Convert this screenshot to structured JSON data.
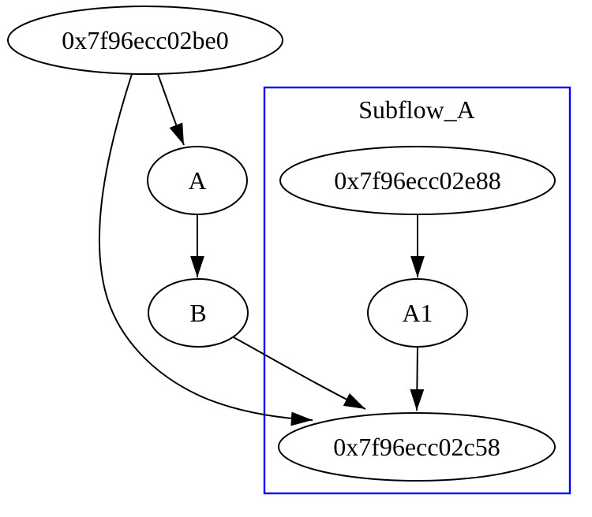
{
  "diagram": {
    "type": "directed-flow-graph",
    "background_color": "#ffffff",
    "colors": {
      "node_border": "#000000",
      "edge": "#000000",
      "text": "#000000",
      "cluster_border": "#0000ff"
    },
    "cluster": {
      "label": "Subflow_A",
      "border_color": "#0000ff",
      "members": [
        "0x7f96ecc02e88",
        "A1",
        "0x7f96ecc02c58"
      ]
    },
    "nodes": [
      {
        "label": "0x7f96ecc02be0",
        "shape": "ellipse"
      },
      {
        "label": "A",
        "shape": "ellipse"
      },
      {
        "label": "B",
        "shape": "ellipse"
      },
      {
        "label": "0x7f96ecc02e88",
        "shape": "ellipse"
      },
      {
        "label": "A1",
        "shape": "ellipse"
      },
      {
        "label": "0x7f96ecc02c58",
        "shape": "ellipse"
      }
    ],
    "edges": [
      {
        "from": "0x7f96ecc02be0",
        "to": "A"
      },
      {
        "from": "0x7f96ecc02be0",
        "to": "0x7f96ecc02c58"
      },
      {
        "from": "A",
        "to": "B"
      },
      {
        "from": "B",
        "to": "0x7f96ecc02c58"
      },
      {
        "from": "0x7f96ecc02e88",
        "to": "A1"
      },
      {
        "from": "A1",
        "to": "0x7f96ecc02c58"
      }
    ]
  }
}
